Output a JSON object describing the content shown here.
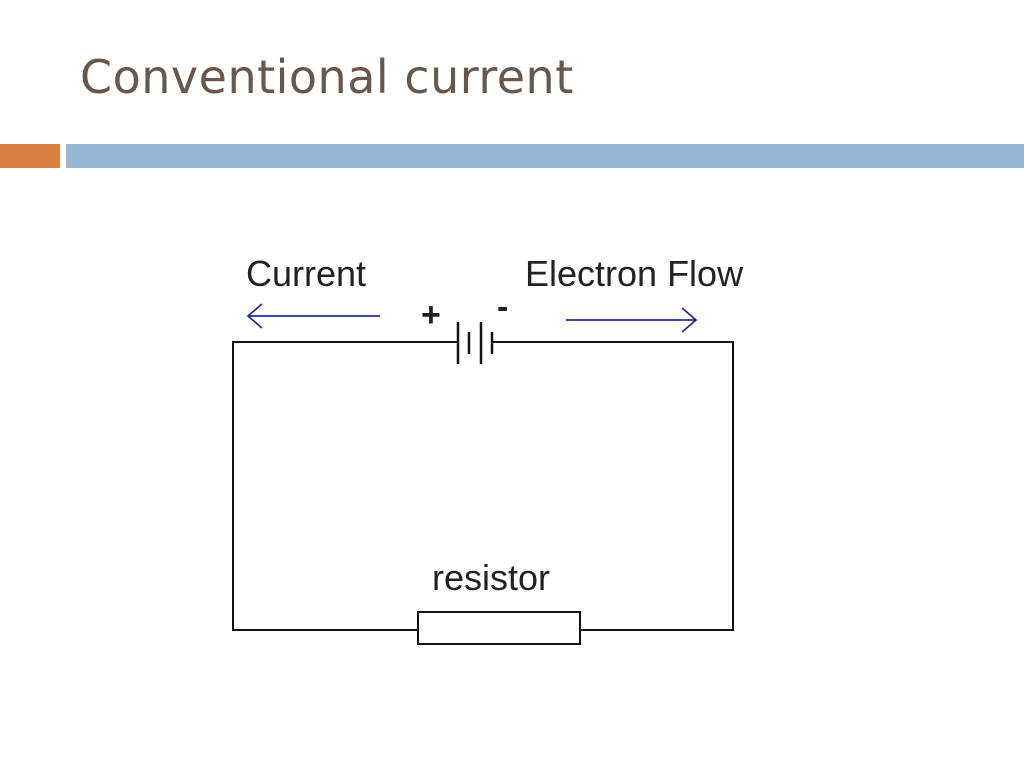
{
  "slide": {
    "title": "Conventional current"
  },
  "colors": {
    "title_text": "#6b574a",
    "accent_bar": "#dc7f43",
    "main_bar": "#95b7d5",
    "wire": "#111111",
    "arrow": "#1f2fa0",
    "label_text": "#222222"
  },
  "diagram": {
    "current_label": "Current",
    "electron_flow_label": "Electron Flow",
    "positive_terminal": "+",
    "negative_terminal": "-",
    "resistor_label": "resistor",
    "current_arrow_direction": "left",
    "electron_arrow_direction": "right"
  }
}
